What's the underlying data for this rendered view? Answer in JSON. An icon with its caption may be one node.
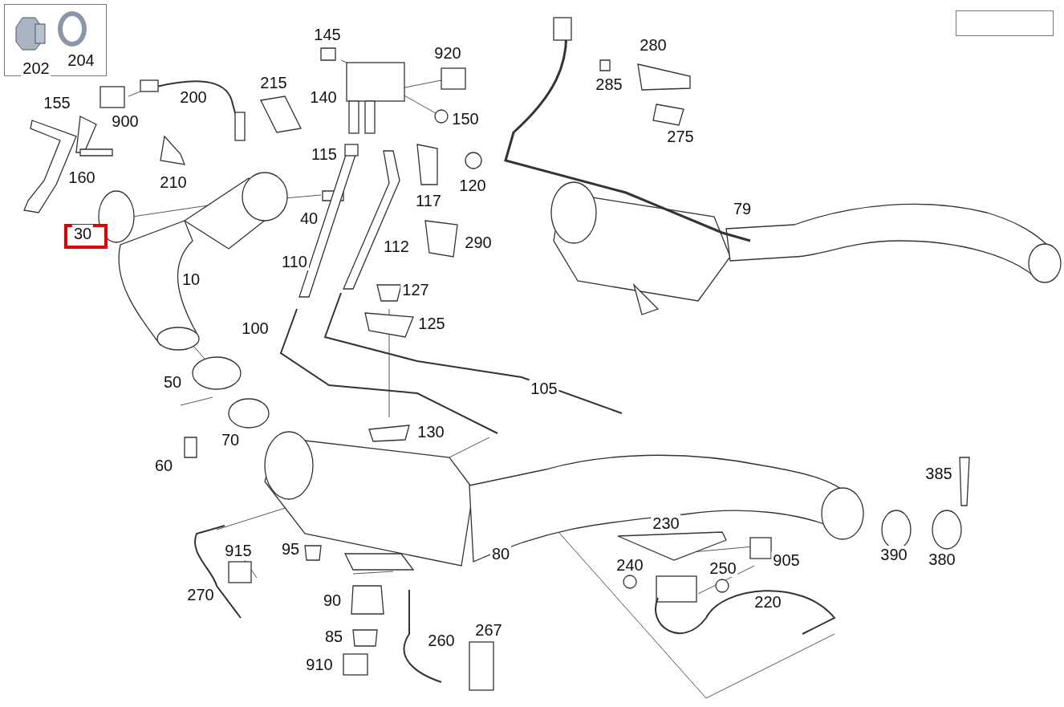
{
  "diagram": {
    "nodes": [
      {
        "text": [
          "202",
          "204"
        ]
      },
      {
        "text": [
          "30"
        ]
      },
      {
        "text": [],
        "shape": "box"
      }
    ],
    "labels": [
      "145",
      "280",
      "920",
      "285",
      "215",
      "200",
      "155",
      "140",
      "150",
      "900",
      "275",
      "115",
      "160",
      "210",
      "117",
      "120",
      "79",
      "40",
      "290",
      "112",
      "110",
      "10",
      "127",
      "125",
      "100",
      "50",
      "105",
      "70",
      "130",
      "60",
      "385",
      "230",
      "95",
      "915",
      "80",
      "390",
      "380",
      "240",
      "250",
      "905",
      "270",
      "220",
      "90",
      "260",
      "267",
      "85",
      "910"
    ]
  }
}
